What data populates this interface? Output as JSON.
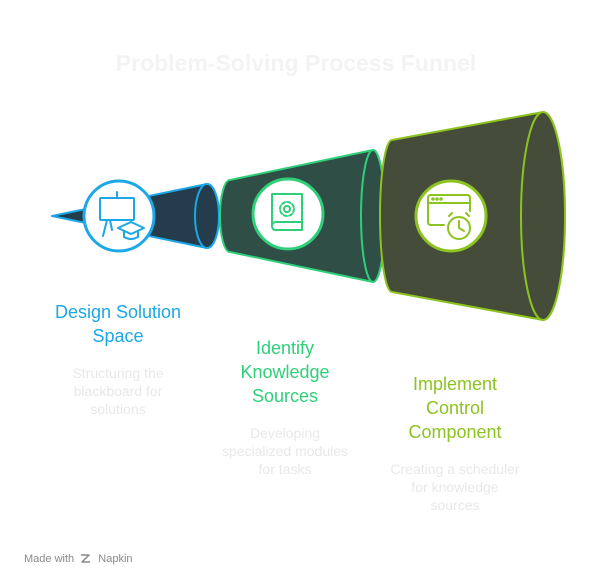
{
  "title": "Problem-Solving Process Funnel",
  "stages": [
    {
      "label_line1": "Design Solution",
      "label_line2": "Space",
      "desc_line1": "Structuring the",
      "desc_line2": "blackboard for",
      "desc_line3": "solutions",
      "icon": "blackboard-graduation-icon",
      "color": "#1ca7e6"
    },
    {
      "label_line1": "Identify",
      "label_line2": "Knowledge",
      "label_line3": "Sources",
      "desc_line1": "Developing",
      "desc_line2": "specialized modules",
      "desc_line3": "for tasks",
      "icon": "gear-book-icon",
      "color": "#2fcf7a"
    },
    {
      "label_line1": "Implement",
      "label_line2": "Control",
      "label_line3": "Component",
      "desc_line1": "Creating a scheduler",
      "desc_line2": "for knowledge",
      "desc_line3": "sources",
      "icon": "browser-clock-icon",
      "color": "#8cc320"
    }
  ],
  "footer": {
    "made_with": "Made with",
    "brand": "Napkin"
  }
}
